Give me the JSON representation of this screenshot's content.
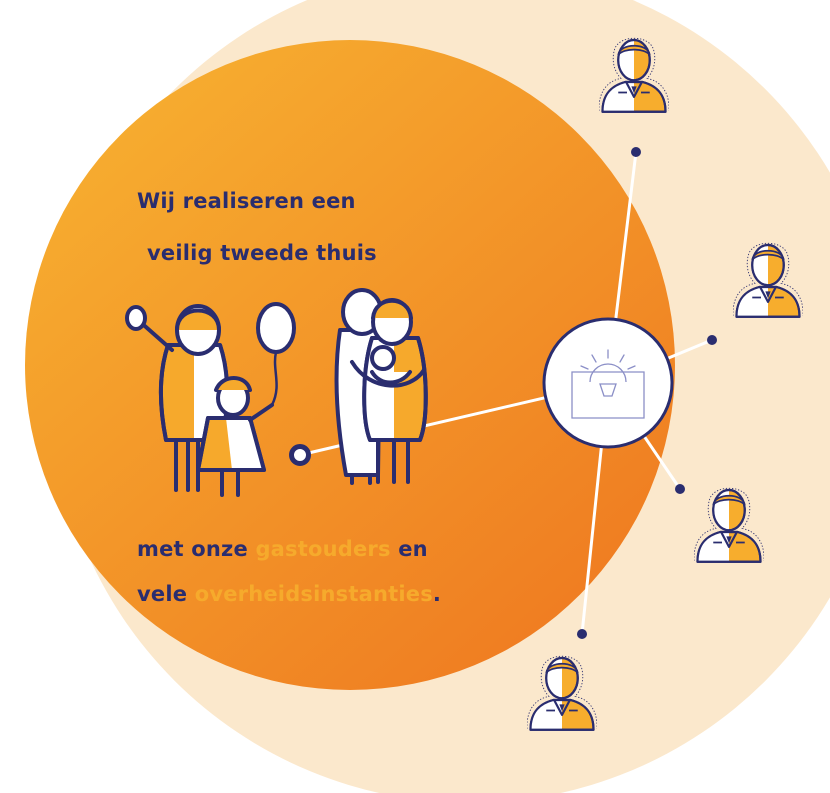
{
  "colors": {
    "outer_bg": "#fbe8cc",
    "circle_start": "#f6ab2f",
    "circle_end": "#ef7b21",
    "navy": "#2a2d6f",
    "accent": "#f6aa2c"
  },
  "headline": {
    "line1": "Wij realiseren een",
    "line2": "veilig tweede thuis"
  },
  "bottom": {
    "line1_pre": "met onze ",
    "line1_highlight": "gastouders",
    "line1_post": " en",
    "line2_pre": "vele ",
    "line2_highlight": "overheidsinstanties",
    "line2_post": "."
  },
  "nodes": {
    "hub": "house-sun-icon",
    "people": [
      "person-icon",
      "person-icon",
      "person-icon",
      "person-icon"
    ],
    "families": [
      "family-balloon-icon",
      "family-parents-baby-icon"
    ]
  }
}
